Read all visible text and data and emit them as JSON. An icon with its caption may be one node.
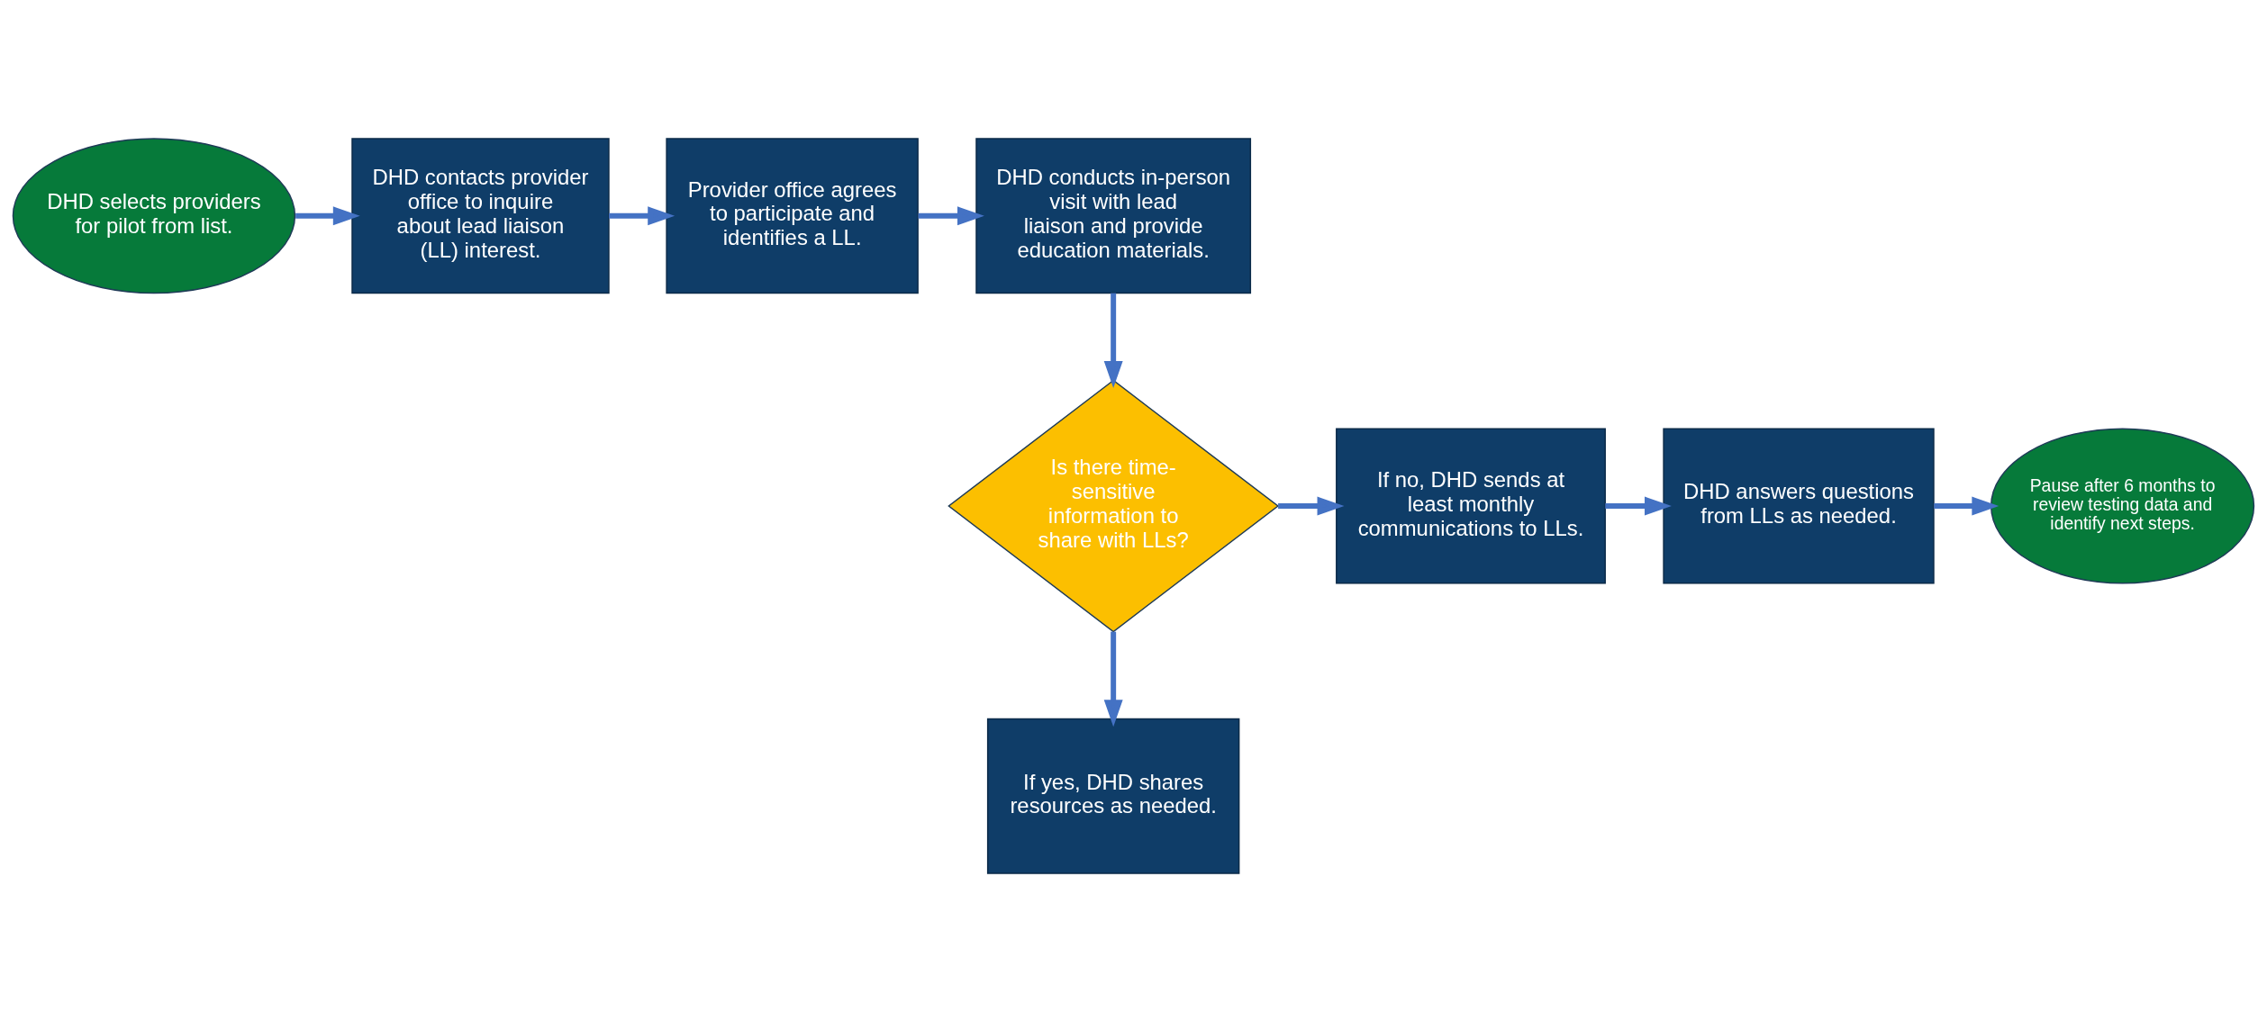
{
  "diagram": {
    "nodes": [
      {
        "text": [
          "DHD selects providers for pilot from list."
        ]
      },
      {
        "text": [
          "DHD contacts provider office to inquire about lead liaison (LL) interest."
        ]
      },
      {
        "text": [
          "Provider office agrees to participate and identifies a LL."
        ]
      },
      {
        "text": [
          "DHD conducts in-person visit with lead liaison and provide education materials."
        ]
      },
      {
        "text": [
          "Is there time-sensitive information to share with LLs?"
        ]
      },
      {
        "text": [
          "If no, DHD sends at least monthly communications to LLs."
        ]
      },
      {
        "text": [
          "DHD answers questions from LLs as needed."
        ]
      },
      {
        "text": [
          "Pause after 6 months to review testing data and identify next steps."
        ]
      },
      {
        "text": [
          "If yes, DHD shares resources as needed."
        ]
      }
    ],
    "edges": [
      {
        "from": 0,
        "to": 1,
        "arrow": "to"
      },
      {
        "from": 1,
        "to": 2,
        "arrow": "to"
      },
      {
        "from": 2,
        "to": 3,
        "arrow": "to"
      },
      {
        "from": 3,
        "to": 4,
        "arrow": "to"
      },
      {
        "from": 4,
        "to": 5,
        "arrow": "to"
      },
      {
        "from": 5,
        "to": 6,
        "arrow": "to"
      },
      {
        "from": 6,
        "to": 7,
        "arrow": "to"
      },
      {
        "from": 4,
        "to": 8,
        "arrow": "to"
      }
    ]
  }
}
